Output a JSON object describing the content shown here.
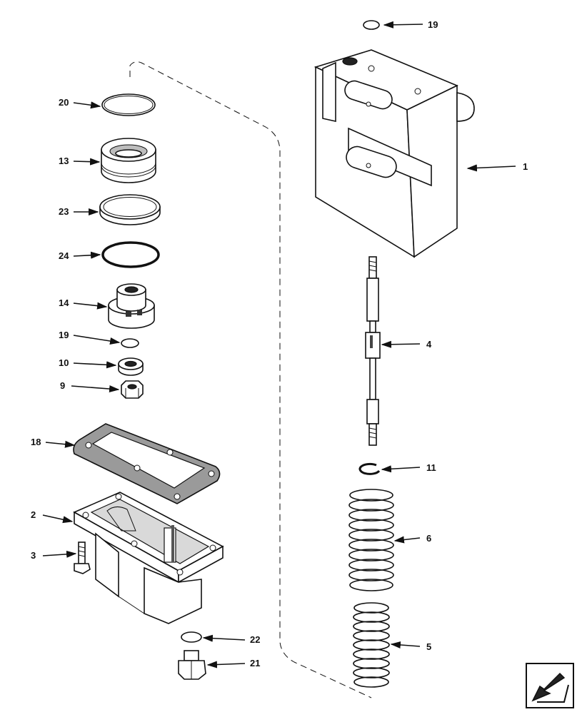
{
  "callouts": [
    {
      "id": "c19top",
      "label": "19"
    },
    {
      "id": "c20",
      "label": "20"
    },
    {
      "id": "c13",
      "label": "13"
    },
    {
      "id": "c1",
      "label": "1"
    },
    {
      "id": "c23",
      "label": "23"
    },
    {
      "id": "c24",
      "label": "24"
    },
    {
      "id": "c14",
      "label": "14"
    },
    {
      "id": "c4",
      "label": "4"
    },
    {
      "id": "c19",
      "label": "19"
    },
    {
      "id": "c10",
      "label": "10"
    },
    {
      "id": "c9",
      "label": "9"
    },
    {
      "id": "c18",
      "label": "18"
    },
    {
      "id": "c11",
      "label": "11"
    },
    {
      "id": "c2",
      "label": "2"
    },
    {
      "id": "c6",
      "label": "6"
    },
    {
      "id": "c3",
      "label": "3"
    },
    {
      "id": "c5",
      "label": "5"
    },
    {
      "id": "c22",
      "label": "22"
    },
    {
      "id": "c21",
      "label": "21"
    }
  ],
  "nav_icon": "arrow-down-left-icon"
}
